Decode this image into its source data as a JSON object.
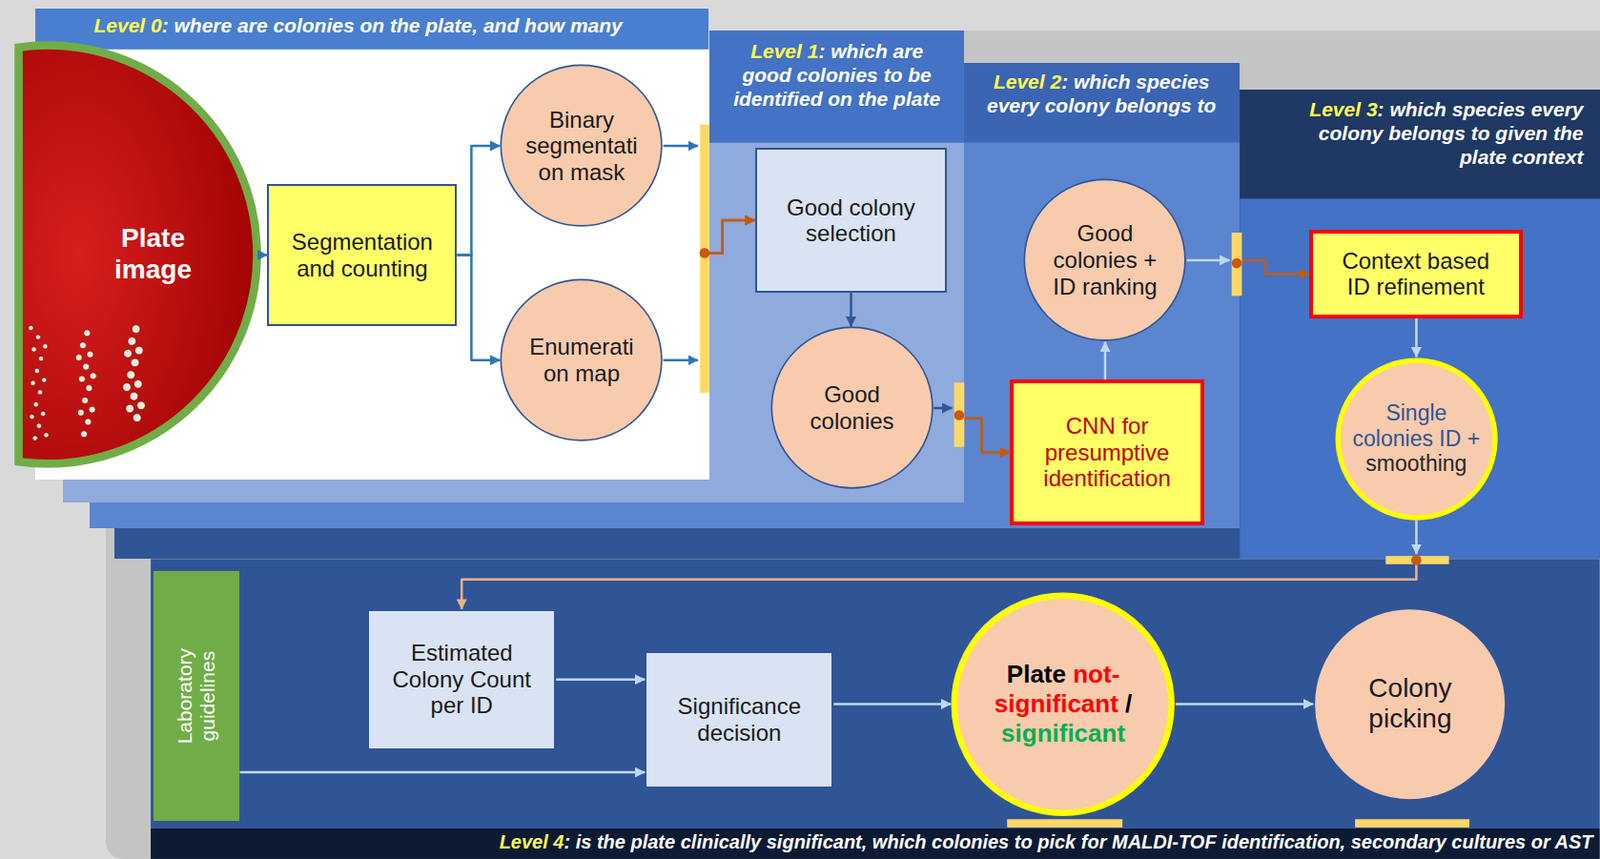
{
  "diagram": {
    "nodes": [
      {
        "text": [
          "Level 0: where are colonies on the plate, and how many"
        ]
      },
      {
        "text": [
          "Plate image"
        ],
        "in": 0
      },
      {
        "text": [
          "Segmentation and counting"
        ],
        "in": 0
      },
      {
        "text": [
          "Binary segmentati on mask"
        ],
        "in": 0
      },
      {
        "text": [
          "Enumerati on map"
        ],
        "in": 0
      },
      {
        "text": [
          "Level 1: which are good colonies to be identified on the plate"
        ]
      },
      {
        "text": [
          "Good colony selection"
        ],
        "in": 5
      },
      {
        "text": [
          "Good colonies"
        ],
        "in": 5
      },
      {
        "text": [
          "Level 2: which species every colony belongs to"
        ]
      },
      {
        "text": [
          "Good colonies + ID ranking"
        ],
        "in": 8
      },
      {
        "text": [
          "CNN for presumptive identification"
        ],
        "in": 8
      },
      {
        "text": [
          "Level 3: which species every colony belongs to given the plate context"
        ]
      },
      {
        "text": [
          "Context based ID refinement"
        ],
        "in": 11
      },
      {
        "text": [
          "Single colonies ID + smoothing"
        ],
        "in": 11
      },
      {
        "text": [
          "Level 4: is the plate clinically significant, which colonies to pick for MALDI-TOF identification, secondary cultures or AST"
        ]
      },
      {
        "text": [
          "Laboratory guidelines"
        ],
        "in": 14
      },
      {
        "text": [
          "Estimated Colony Count per ID"
        ],
        "in": 14
      },
      {
        "text": [
          "Significance decision"
        ],
        "in": 14
      },
      {
        "text": [
          "Plate not-significant / significant"
        ],
        "in": 14
      },
      {
        "text": [
          "Colony picking"
        ],
        "in": 14
      }
    ],
    "edges": [
      {
        "from": 1,
        "to": 2,
        "arrow": "to"
      },
      {
        "from": 2,
        "to": 3,
        "arrow": "to"
      },
      {
        "from": 2,
        "to": 4,
        "arrow": "to"
      },
      {
        "from": 3,
        "to": 6,
        "arrow": "to"
      },
      {
        "from": 4,
        "to": 6,
        "arrow": "to"
      },
      {
        "from": 6,
        "to": 7,
        "arrow": "to"
      },
      {
        "from": 7,
        "to": 10,
        "arrow": "to"
      },
      {
        "from": 10,
        "to": 9,
        "arrow": "to"
      },
      {
        "from": 9,
        "to": 12,
        "arrow": "to"
      },
      {
        "from": 12,
        "to": 13,
        "arrow": "to"
      },
      {
        "from": 13,
        "to": 16,
        "arrow": "to"
      },
      {
        "from": 16,
        "to": 17,
        "arrow": "to"
      },
      {
        "from": 15,
        "to": 17,
        "arrow": "to"
      },
      {
        "from": 17,
        "to": 18,
        "arrow": "to"
      },
      {
        "from": 18,
        "to": 19,
        "arrow": "to"
      }
    ]
  }
}
